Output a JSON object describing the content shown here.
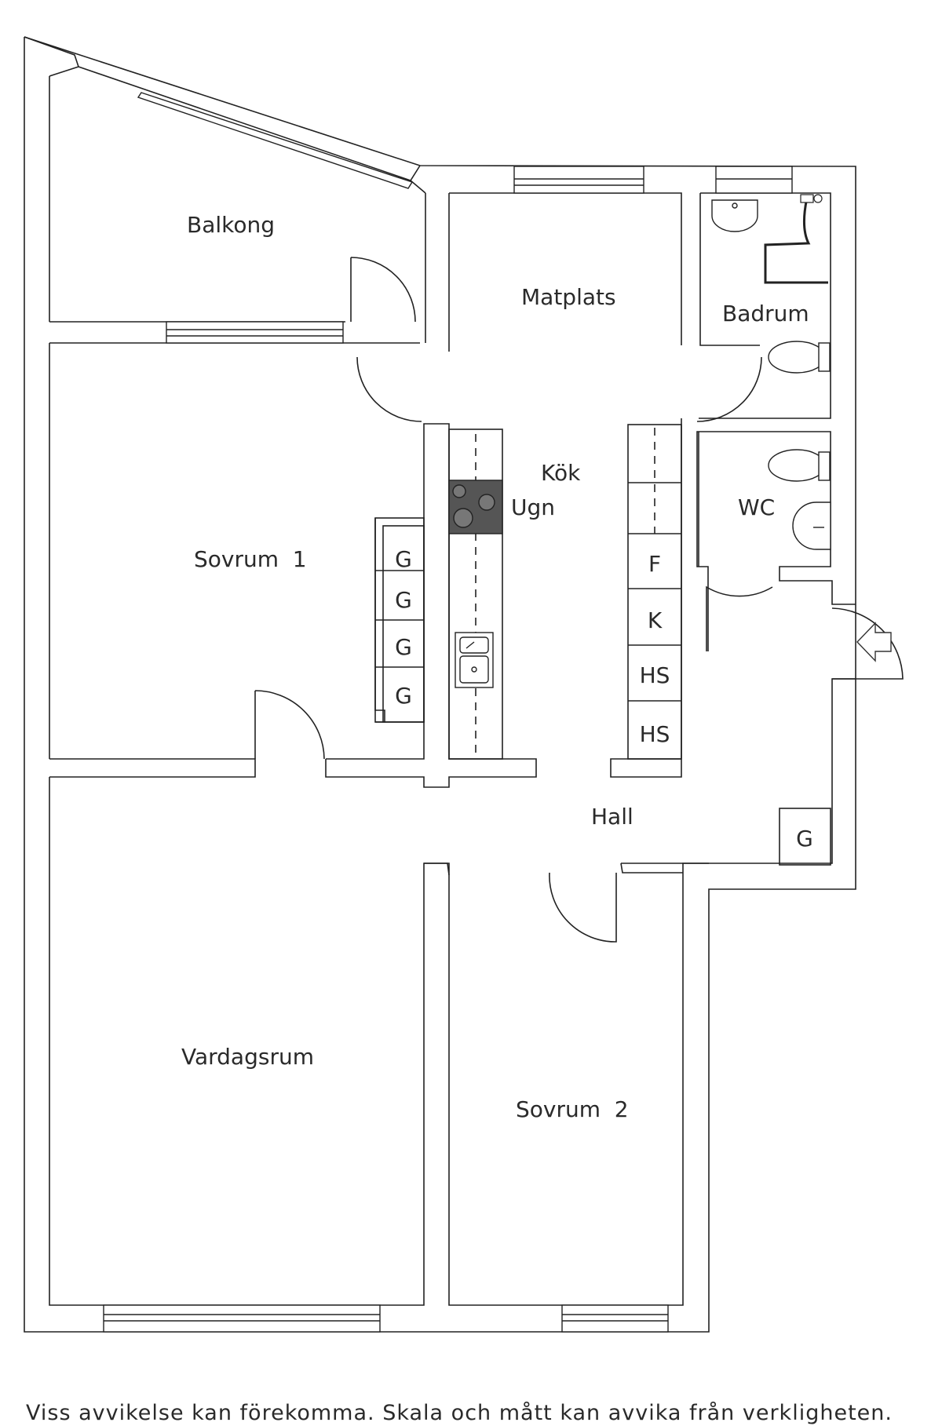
{
  "rooms": {
    "balkong": "Balkong",
    "matplats": "Matplats",
    "badrum": "Badrum",
    "kok": "Kök",
    "ugn": "Ugn",
    "wc": "WC",
    "sovrum1": "Sovrum  1",
    "hall": "Hall",
    "vardagsrum": "Vardagsrum",
    "sovrum2": "Sovrum  2"
  },
  "cabinets": {
    "wardrobe_left": [
      "G",
      "G",
      "G",
      "G"
    ],
    "kitchen_right": [
      "F",
      "K",
      "HS",
      "HS"
    ],
    "hall_wardrobe": "G"
  },
  "disclaimer": "Viss avvikelse kan förekomma. Skala och mått kan avvika från verkligheten."
}
